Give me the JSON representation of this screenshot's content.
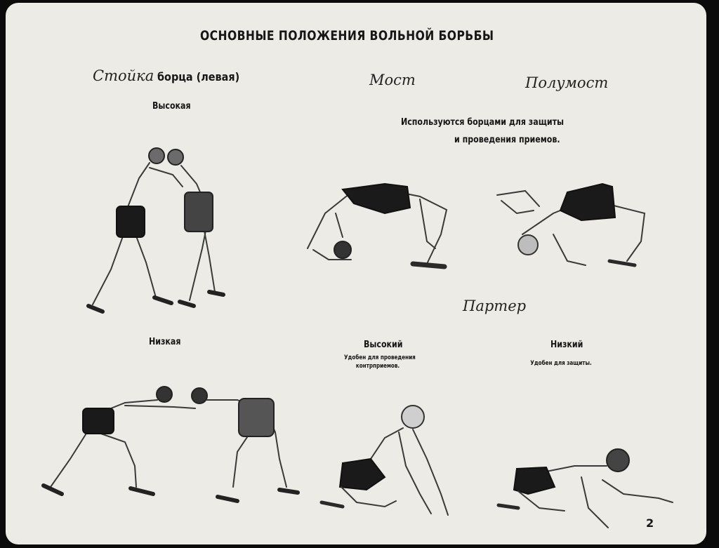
{
  "title": "ОСНОВНЫЕ ПОЛОЖЕНИЯ ВОЛЬНОЙ БОРЬБЫ",
  "stance": {
    "heading_italic": "Стойка",
    "heading_rest": "борца (левая)",
    "high": "Высокая",
    "low": "Низкая"
  },
  "bridge": {
    "full": "Мост",
    "half": "Полумост",
    "note_line1": "Используются борцами для защиты",
    "note_line2": "и проведения приемов."
  },
  "parter": {
    "heading": "Партер",
    "high": "Высокий",
    "high_note_line1": "Удобен для проведения",
    "high_note_line2": "контрприемов.",
    "low": "Низкий",
    "low_note": "Удобен для защиты."
  },
  "page_number": "2"
}
